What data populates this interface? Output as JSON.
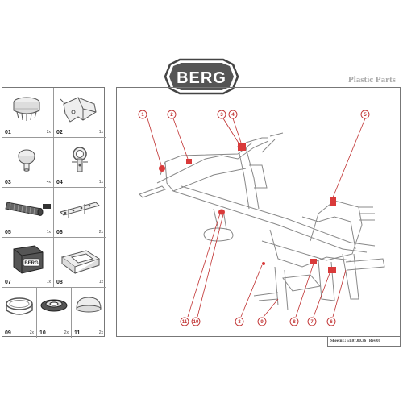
{
  "logo": {
    "text": "BERG"
  },
  "section_title": "Plastic Parts",
  "parts": [
    {
      "num": "01",
      "qty": "2x",
      "icon": "cap-icon"
    },
    {
      "num": "02",
      "qty": "1x",
      "icon": "pedal-bracket-icon"
    },
    {
      "num": "03",
      "qty": "4x",
      "icon": "knob-icon"
    },
    {
      "num": "04",
      "qty": "1x",
      "icon": "clamp-icon"
    },
    {
      "num": "05",
      "qty": "1x",
      "icon": "grip-icon"
    },
    {
      "num": "06",
      "qty": "2x",
      "icon": "strip-icon"
    },
    {
      "num": "07",
      "qty": "1x",
      "icon": "berg-cap-icon"
    },
    {
      "num": "08",
      "qty": "1x",
      "icon": "holder-icon"
    },
    {
      "num": "09",
      "qty": "2x",
      "icon": "ring-icon"
    },
    {
      "num": "10",
      "qty": "2x",
      "icon": "bushing-icon"
    },
    {
      "num": "11",
      "qty": "2x",
      "icon": "dome-cap-icon"
    }
  ],
  "callouts": [
    "1",
    "2",
    "3",
    "4",
    "5",
    "11",
    "10",
    "3",
    "9",
    "8",
    "7",
    "6"
  ],
  "sheet": {
    "label": "Sheetnr.:",
    "number": "51.07.00.36",
    "rev": "Rev.01"
  },
  "colors": {
    "callout": "#c03030",
    "highlight": "#d93a3a",
    "outline": "#777777"
  }
}
